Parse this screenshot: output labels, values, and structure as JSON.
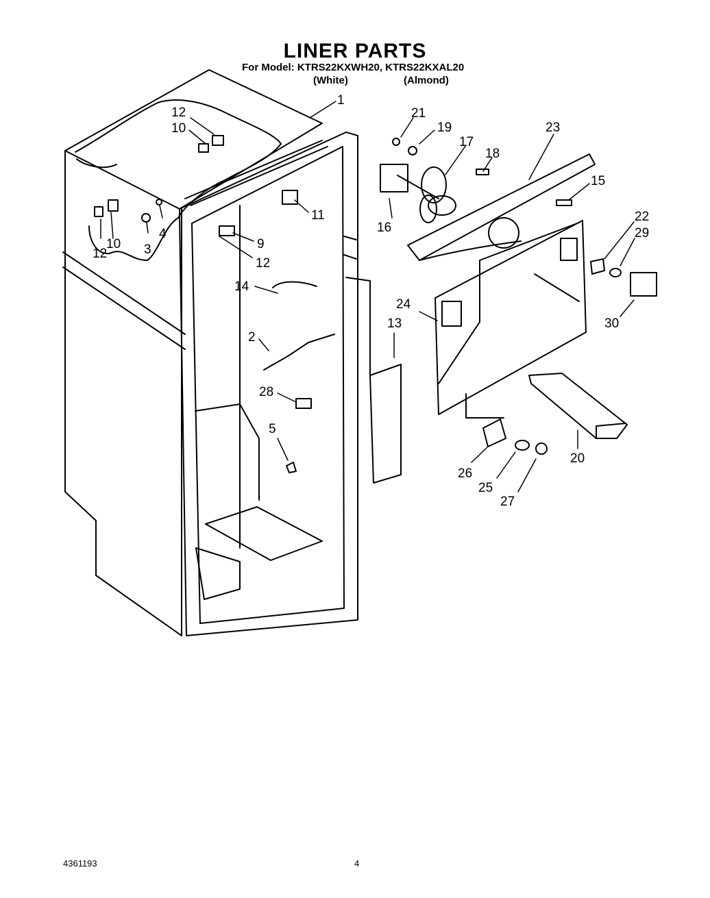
{
  "header": {
    "title": "LINER PARTS",
    "model_line": "For Model: KTRS22KXWH20, KTRS22KXAL20",
    "color_white": "(White)",
    "color_almond": "(Almond)"
  },
  "callouts": [
    "1",
    "12",
    "10",
    "12",
    "10",
    "3",
    "4",
    "11",
    "9",
    "12",
    "14",
    "2",
    "28",
    "5",
    "13",
    "21",
    "19",
    "17",
    "18",
    "23",
    "15",
    "16",
    "22",
    "29",
    "24",
    "30",
    "20",
    "26",
    "25",
    "27"
  ],
  "footer": {
    "doc_number": "4361193",
    "page_number": "4"
  }
}
